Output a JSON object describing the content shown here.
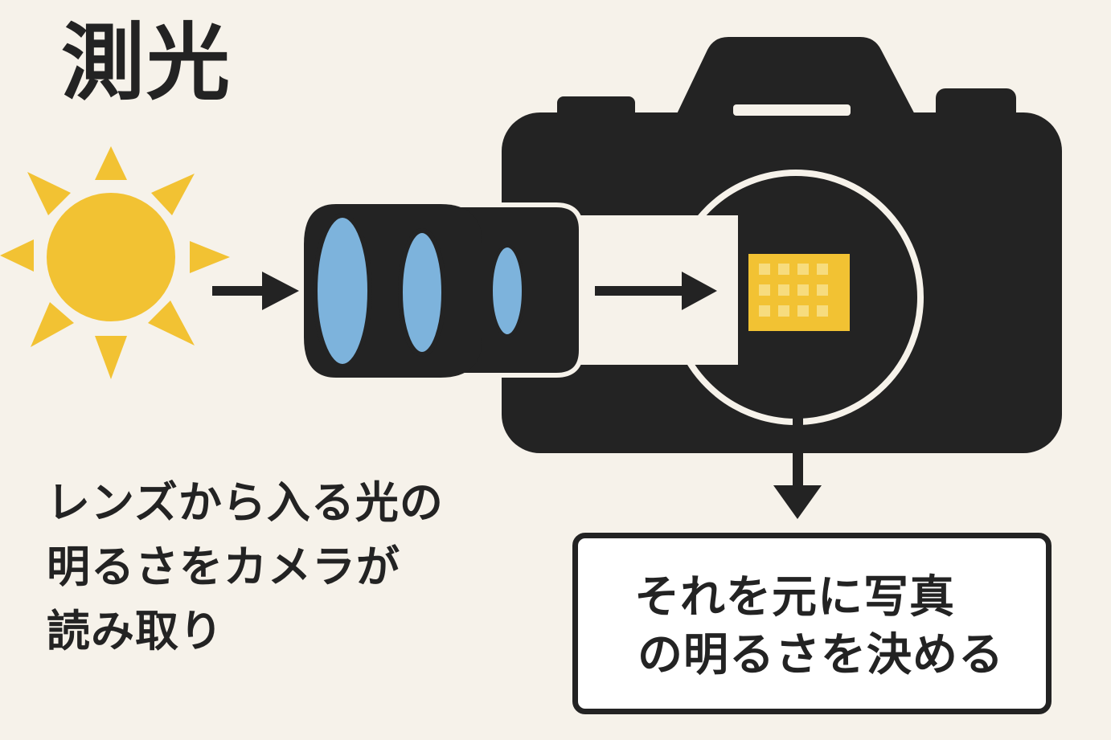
{
  "title": "測光",
  "caption": {
    "lines": [
      "レンズから入る光の",
      "明るさをカメラが",
      "読み取り"
    ]
  },
  "result": {
    "lines": [
      "それを元に写真",
      "の明るさを決める"
    ]
  },
  "icons": [
    "sun-icon",
    "lens-icon",
    "camera-icon",
    "sensor-icon"
  ],
  "colors": {
    "background": "#f6f2ea",
    "dark": "#232323",
    "sun": "#f2c233",
    "lens_glass": "#7db3dc",
    "sensor": "#f2c233",
    "box": "#ffffff"
  }
}
